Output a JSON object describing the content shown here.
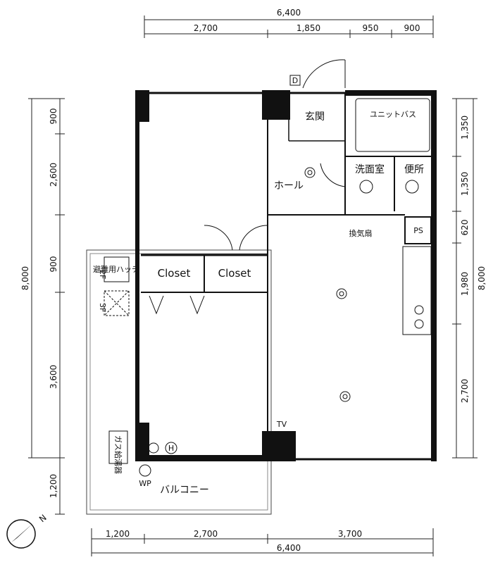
{
  "plan": {
    "rooms": {
      "entrance": "玄関",
      "hall": "ホール",
      "unit_bath": "ユニットバス",
      "washroom": "洗面室",
      "toilet": "便所",
      "ps": "PS",
      "closet_1": "Closet",
      "closet_2": "Closet",
      "balcony": "バルコニー",
      "evac_hatch": "避難用ハッチ",
      "gas_meter": "ガス給湯器",
      "ventilation": "換気扇",
      "door_d": "D",
      "floor_2f": "2F",
      "floor_3f": "3F",
      "wp": "WP",
      "tv": "TV",
      "heater": "H"
    },
    "dimensions": {
      "top_total": "6,400",
      "top": [
        "2,700",
        "1,850",
        "950",
        "900"
      ],
      "left_total": "8,000",
      "left": [
        "900",
        "2,600",
        "900",
        "3,600",
        "1,200"
      ],
      "right_total": "8,000",
      "right": [
        "1,350",
        "1,350",
        "620",
        "1,980",
        "2,700"
      ],
      "bottom_total": "6,400",
      "bottom": [
        "1,200",
        "2,700",
        "3,700"
      ]
    },
    "compass": "N"
  }
}
